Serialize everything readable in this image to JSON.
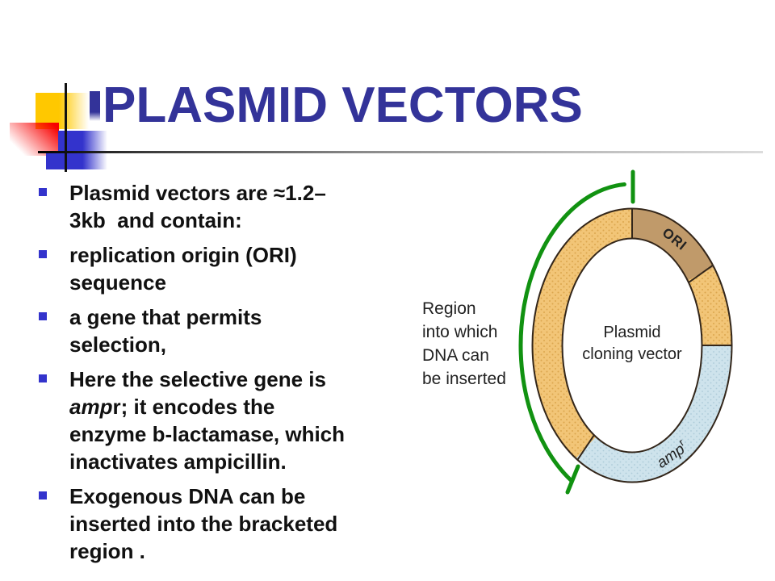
{
  "slide": {
    "title": "PLASMID VECTORS",
    "title_color": "#333399"
  },
  "bullet_marker_color": "#3333cc",
  "bullets": [
    {
      "lines": [
        [
          {
            "t": "Plasmid vectors are ≈1.2–"
          }
        ],
        [
          {
            "t": "3kb  and contain:"
          }
        ]
      ]
    },
    {
      "lines": [
        [
          {
            "t": "replication origin (ORI)"
          }
        ],
        [
          {
            "t": "sequence"
          }
        ]
      ]
    },
    {
      "lines": [
        [
          {
            "t": "a gene that permits"
          }
        ],
        [
          {
            "t": "selection,"
          }
        ]
      ]
    },
    {
      "lines": [
        [
          {
            "t": "Here the selective gene is"
          }
        ],
        [
          {
            "t": "amp",
            "i": true
          },
          {
            "t": "r; it encodes the"
          }
        ],
        [
          {
            "t": "enzyme b-lactamase, which"
          }
        ],
        [
          {
            "t": "inactivates ampicillin."
          }
        ]
      ]
    },
    {
      "lines": [
        [
          {
            "t": "Exogenous DNA can be"
          }
        ],
        [
          {
            "t": "inserted into the bracketed"
          }
        ],
        [
          {
            "t": "region ."
          }
        ]
      ]
    }
  ],
  "diagram": {
    "labels": {
      "region": [
        "Region",
        "into which",
        "DNA can",
        "be inserted"
      ],
      "center": [
        "Plasmid",
        "cloning vector"
      ],
      "ori": "ORI",
      "amp_base": "amp",
      "amp_sup": "r"
    },
    "colors": {
      "ring_orange": "#F2C577",
      "ring_orange_dots": "#DCA64E",
      "ori_brown": "#C09A6A",
      "amp_blue": "#CEE3EC",
      "amp_blue_dots": "#ACCAD8",
      "outline": "#33261A",
      "bracket_green": "#119211"
    }
  },
  "decoration_colors": {
    "yellow": "#FFC800",
    "red": "#F80000",
    "blue": "#3333CC",
    "navy": "#333399",
    "crosshair": "#111111"
  }
}
